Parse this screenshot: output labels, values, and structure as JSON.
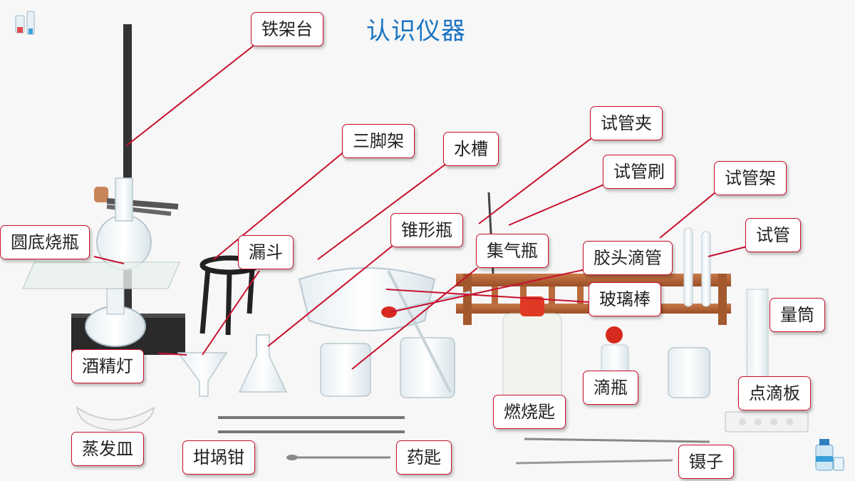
{
  "title": "认识仪器",
  "colors": {
    "label_border": "#c8102e",
    "leader_line": "#c8102e",
    "title": "#1b74c2"
  },
  "labels": {
    "iron_stand": "铁架台",
    "tripod": "三脚架",
    "water_trough": "水槽",
    "test_tube_clamp": "试管夹",
    "test_tube_brush": "试管刷",
    "test_tube_rack": "试管架",
    "round_flask": "圆底烧瓶",
    "funnel": "漏斗",
    "conical_flask": "锥形瓶",
    "gas_bottle": "集气瓶",
    "dropper": "胶头滴管",
    "test_tube": "试管",
    "glass_rod": "玻璃棒",
    "graduated_cylinder": "量筒",
    "alcohol_lamp": "酒精灯",
    "dropper_bottle": "滴瓶",
    "spot_plate": "点滴板",
    "combustion_spoon": "燃烧匙",
    "evaporating_dish": "蒸发皿",
    "crucible_tongs": "坩埚钳",
    "medicine_spoon": "药匙",
    "tweezers": "镊子"
  }
}
